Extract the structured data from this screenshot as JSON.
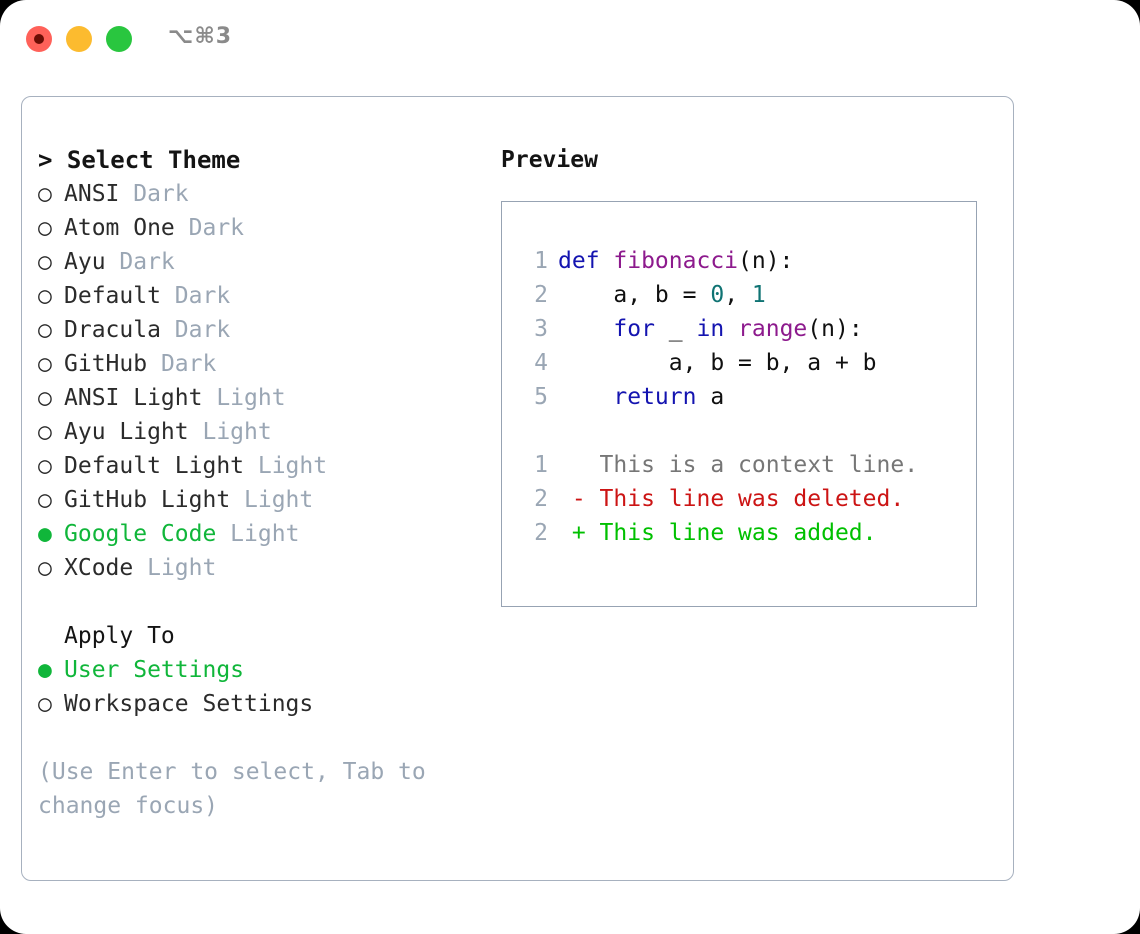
{
  "window": {
    "shortcut": "⌥⌘3",
    "traffic_lights": [
      {
        "name": "close",
        "color": "#ff6159"
      },
      {
        "name": "minimize",
        "color": "#fcbb2f"
      },
      {
        "name": "maximize",
        "color": "#29c63f"
      }
    ]
  },
  "colors": {
    "accent_green": "#10b63a",
    "muted": "#9aa6b4",
    "border": "#a7b1bf",
    "preview_border": "#97a3b3",
    "keyword": "#1414b0",
    "function": "#8d1a8d",
    "number": "#0f7373",
    "diff_context": "#767676",
    "diff_delete": "#cc1414",
    "diff_add": "#00c000"
  },
  "theme_picker": {
    "heading": "> Select Theme",
    "bullet_selected": "●",
    "bullet_unselected": "○",
    "items": [
      {
        "name": "ANSI",
        "variant": "Dark",
        "selected": false
      },
      {
        "name": "Atom One",
        "variant": "Dark",
        "selected": false
      },
      {
        "name": "Ayu",
        "variant": "Dark",
        "selected": false
      },
      {
        "name": "Default",
        "variant": "Dark",
        "selected": false
      },
      {
        "name": "Dracula",
        "variant": "Dark",
        "selected": false
      },
      {
        "name": "GitHub",
        "variant": "Dark",
        "selected": false
      },
      {
        "name": "ANSI Light",
        "variant": "Light",
        "selected": false
      },
      {
        "name": "Ayu Light",
        "variant": "Light",
        "selected": false
      },
      {
        "name": "Default Light",
        "variant": "Light",
        "selected": false
      },
      {
        "name": "GitHub Light",
        "variant": "Light",
        "selected": false
      },
      {
        "name": "Google Code",
        "variant": "Light",
        "selected": true
      },
      {
        "name": "XCode",
        "variant": "Light",
        "selected": false
      }
    ]
  },
  "apply_to": {
    "heading": "Apply To",
    "items": [
      {
        "name": "User Settings",
        "selected": true
      },
      {
        "name": "Workspace Settings",
        "selected": false
      }
    ]
  },
  "hint": "(Use Enter to select, Tab to change focus)",
  "preview": {
    "heading": "Preview",
    "code_lines": [
      {
        "number": "1",
        "tokens": [
          {
            "text": "def ",
            "type": "kw"
          },
          {
            "text": "fibonacci",
            "type": "fn"
          },
          {
            "text": "(n):",
            "type": "pl"
          }
        ]
      },
      {
        "number": "2",
        "tokens": [
          {
            "text": "    a, b = ",
            "type": "pl"
          },
          {
            "text": "0",
            "type": "num"
          },
          {
            "text": ", ",
            "type": "pl"
          },
          {
            "text": "1",
            "type": "num"
          }
        ]
      },
      {
        "number": "3",
        "tokens": [
          {
            "text": "    ",
            "type": "pl"
          },
          {
            "text": "for",
            "type": "kw"
          },
          {
            "text": " _ ",
            "type": "pl"
          },
          {
            "text": "in",
            "type": "kw"
          },
          {
            "text": " ",
            "type": "pl"
          },
          {
            "text": "range",
            "type": "fn"
          },
          {
            "text": "(n):",
            "type": "pl"
          }
        ]
      },
      {
        "number": "4",
        "tokens": [
          {
            "text": "        a, b = b, a + b",
            "type": "pl"
          }
        ]
      },
      {
        "number": "5",
        "tokens": [
          {
            "text": "    ",
            "type": "pl"
          },
          {
            "text": "return",
            "type": "kw"
          },
          {
            "text": " a",
            "type": "pl"
          }
        ]
      }
    ],
    "diff_lines": [
      {
        "number": "1",
        "marker": " ",
        "text": " This is a context line.",
        "type": "ctx"
      },
      {
        "number": "2",
        "marker": "-",
        "text": " This line was deleted.",
        "type": "del"
      },
      {
        "number": "2",
        "marker": "+",
        "text": " This line was added.",
        "type": "add"
      }
    ]
  }
}
